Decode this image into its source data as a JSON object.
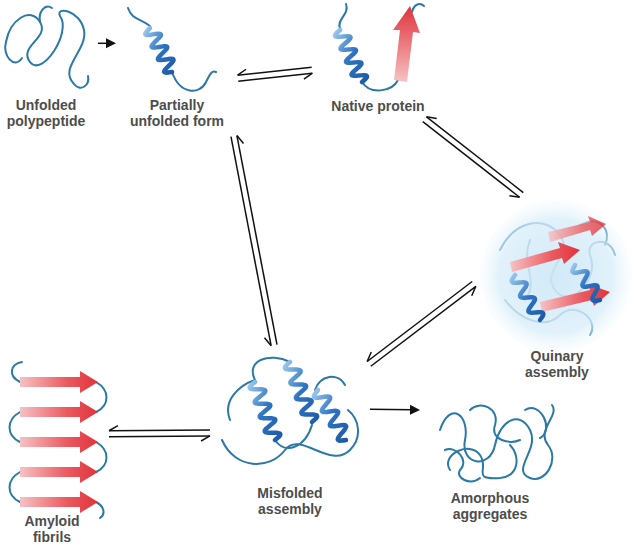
{
  "diagram": {
    "nodes": [
      {
        "text": [
          "Unfolded polypeptide"
        ]
      },
      {
        "text": [
          "Partially unfolded form"
        ]
      },
      {
        "text": [
          "Native protein"
        ]
      },
      {
        "text": [
          "Quinary assembly"
        ]
      },
      {
        "text": [
          "Amyloid fibrils"
        ]
      },
      {
        "text": [
          "Misfolded assembly"
        ]
      },
      {
        "text": [
          "Amorphous aggregates"
        ]
      }
    ],
    "edges": [
      {
        "from": 0,
        "to": 1,
        "arrow": "to"
      },
      {
        "from": 1,
        "to": 2,
        "arrow": "both"
      },
      {
        "from": 2,
        "to": 3,
        "arrow": "both"
      },
      {
        "from": 1,
        "to": 5,
        "arrow": "both"
      },
      {
        "from": 3,
        "to": 5,
        "arrow": "both"
      },
      {
        "from": 4,
        "to": 5,
        "arrow": "both"
      },
      {
        "from": 5,
        "to": 6,
        "arrow": "to"
      }
    ]
  }
}
